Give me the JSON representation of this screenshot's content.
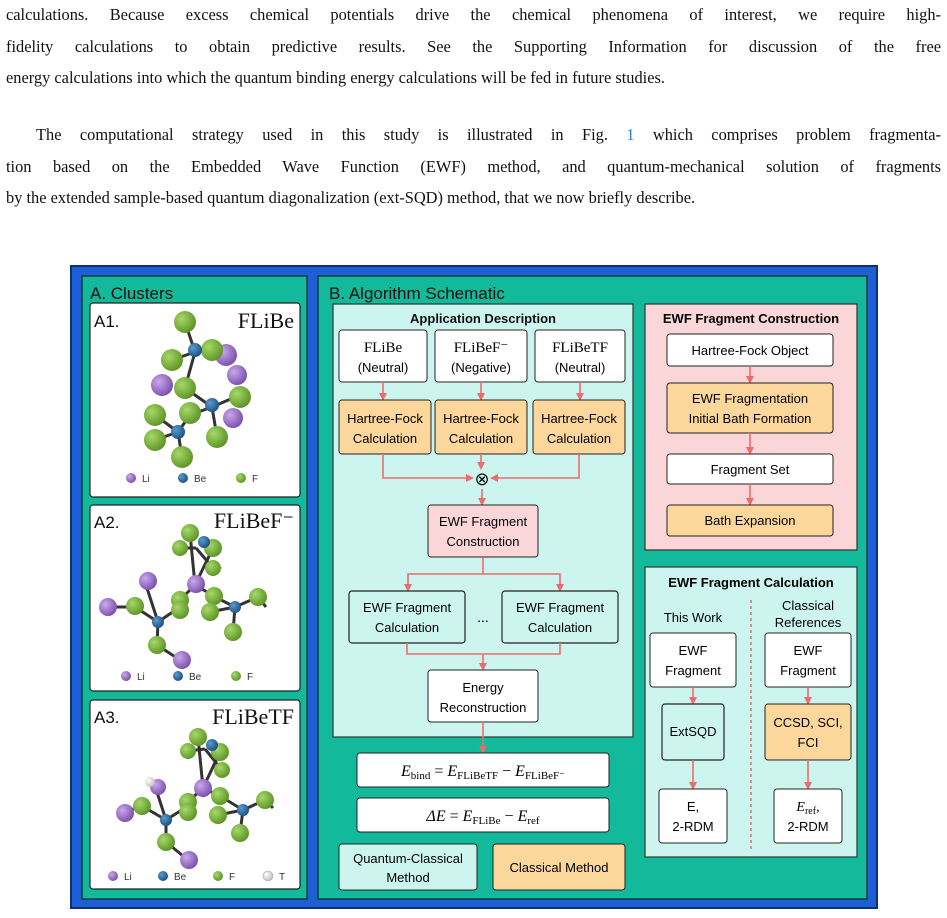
{
  "paragraph1": {
    "lines": [
      "calculations. Because excess chemical potentials drive the chemical phenomena of interest, we require high-",
      "fidelity calculations to obtain predictive results. See the Supporting Information for discussion of the free",
      "energy calculations into which the quantum binding energy calculations will be fed in future studies."
    ]
  },
  "paragraph2": {
    "line1_before": "The computational strategy used in this study is illustrated in Fig. ",
    "line1_ref": "1",
    "line1_after": " which comprises problem fragmenta-",
    "line2": "tion based on the Embedded Wave Function (EWF) method, and quantum-mechanical solution of fragments",
    "line3": "by the extended sample-based quantum diagonalization (ext-SQD) method, that we now briefly describe."
  },
  "figure": {
    "colors": {
      "outer_frame": "#1f5fd6",
      "panel_teal": "#12b99a",
      "light_cyan": "#cdf5ef",
      "orange": "#fbd79b",
      "pink": "#fbd6d8",
      "arrow": "#ef6b6b",
      "li": "#9b6fc7",
      "be": "#2e6ea6",
      "f": "#7fb83a",
      "t": "#e8e8e8"
    },
    "clusters": {
      "title": "A. Clusters",
      "a1": {
        "label": "A1.",
        "name": "FLiBe",
        "legend": [
          "Li",
          "Be",
          "F"
        ]
      },
      "a2": {
        "label": "A2.",
        "name": "FLiBeF⁻",
        "legend": [
          "Li",
          "Be",
          "F"
        ]
      },
      "a3": {
        "label": "A3.",
        "name": "FLiBeTF",
        "legend": [
          "Li",
          "Be",
          "F",
          "T"
        ]
      }
    },
    "algorithm": {
      "title": "B. Algorithm Schematic",
      "app": {
        "title": "Application Description",
        "systems": [
          {
            "name": "FLiBe",
            "sub": "(Neutral)"
          },
          {
            "name": "FLiBeF⁻",
            "sub": "(Negative)"
          },
          {
            "name": "FLiBeTF",
            "sub": "(Neutral)"
          }
        ],
        "hf_line1": "Hartree-Fock",
        "hf_line2": "Calculation",
        "combine_symbol": "⊗",
        "ewf_construction": [
          "EWF Fragment",
          "Construction"
        ],
        "ewf_calc": [
          "EWF Fragment",
          "Calculation"
        ],
        "ellipsis": "...",
        "energy": [
          "Energy",
          "Reconstruction"
        ]
      },
      "equations": {
        "eq1": {
          "lhs": "E",
          "lhs_sub": "bind",
          "eq": "=",
          "t1": "E",
          "t1_sub": "FLiBeTF",
          "op": "−",
          "t2": "E",
          "t2_sub": "FLiBeF⁻"
        },
        "eq2": {
          "lhs": "ΔE",
          "eq": "=",
          "t1": "E",
          "t1_sub": "FLiBe",
          "op": "−",
          "t2": "E",
          "t2_sub": "ref"
        }
      },
      "legend": {
        "quantum": [
          "Quantum-Classical",
          "Method"
        ],
        "classical": "Classical Method"
      },
      "construction": {
        "title": "EWF Fragment Construction",
        "hf_object": "Hartree-Fock Object",
        "fragmentation": [
          "EWF Fragmentation",
          "Initial Bath Formation"
        ],
        "fragment_set": "Fragment Set",
        "bath_expansion": "Bath Expansion"
      },
      "calculation": {
        "title": "EWF Fragment Calculation",
        "this_work": "This Work",
        "classical_refs": [
          "Classical",
          "References"
        ],
        "fragment": [
          "EWF",
          "Fragment"
        ],
        "extsqd": "ExtSQD",
        "classical_methods": [
          "CCSD, SCI,",
          "FCI"
        ],
        "result_left": [
          "E,",
          "2-RDM"
        ],
        "result_right_sym": "E",
        "result_right_sub": "ref",
        "result_right_tail": ",",
        "result_right_line2": "2-RDM"
      }
    }
  }
}
